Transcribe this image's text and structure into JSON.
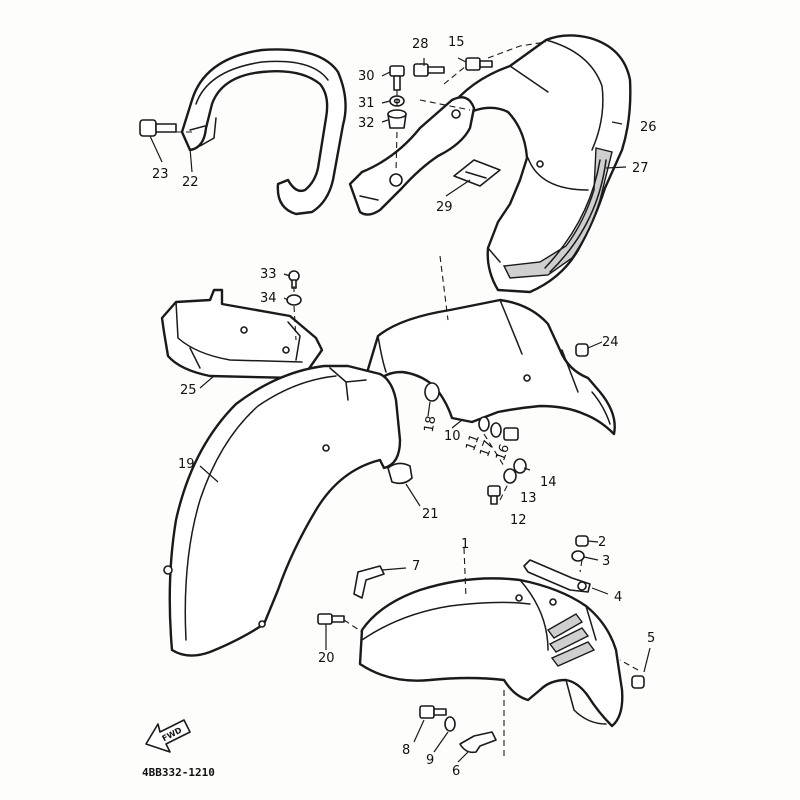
{
  "diagram": {
    "code": "4BB332-1210",
    "fwd_label": "FWD",
    "callouts": [
      "1",
      "2",
      "3",
      "4",
      "5",
      "6",
      "7",
      "8",
      "9",
      "10",
      "11",
      "12",
      "13",
      "14",
      "15",
      "16",
      "17",
      "18",
      "19",
      "20",
      "21",
      "22",
      "23",
      "24",
      "25",
      "26",
      "27",
      "28",
      "29",
      "30",
      "31",
      "32",
      "33",
      "34"
    ]
  }
}
